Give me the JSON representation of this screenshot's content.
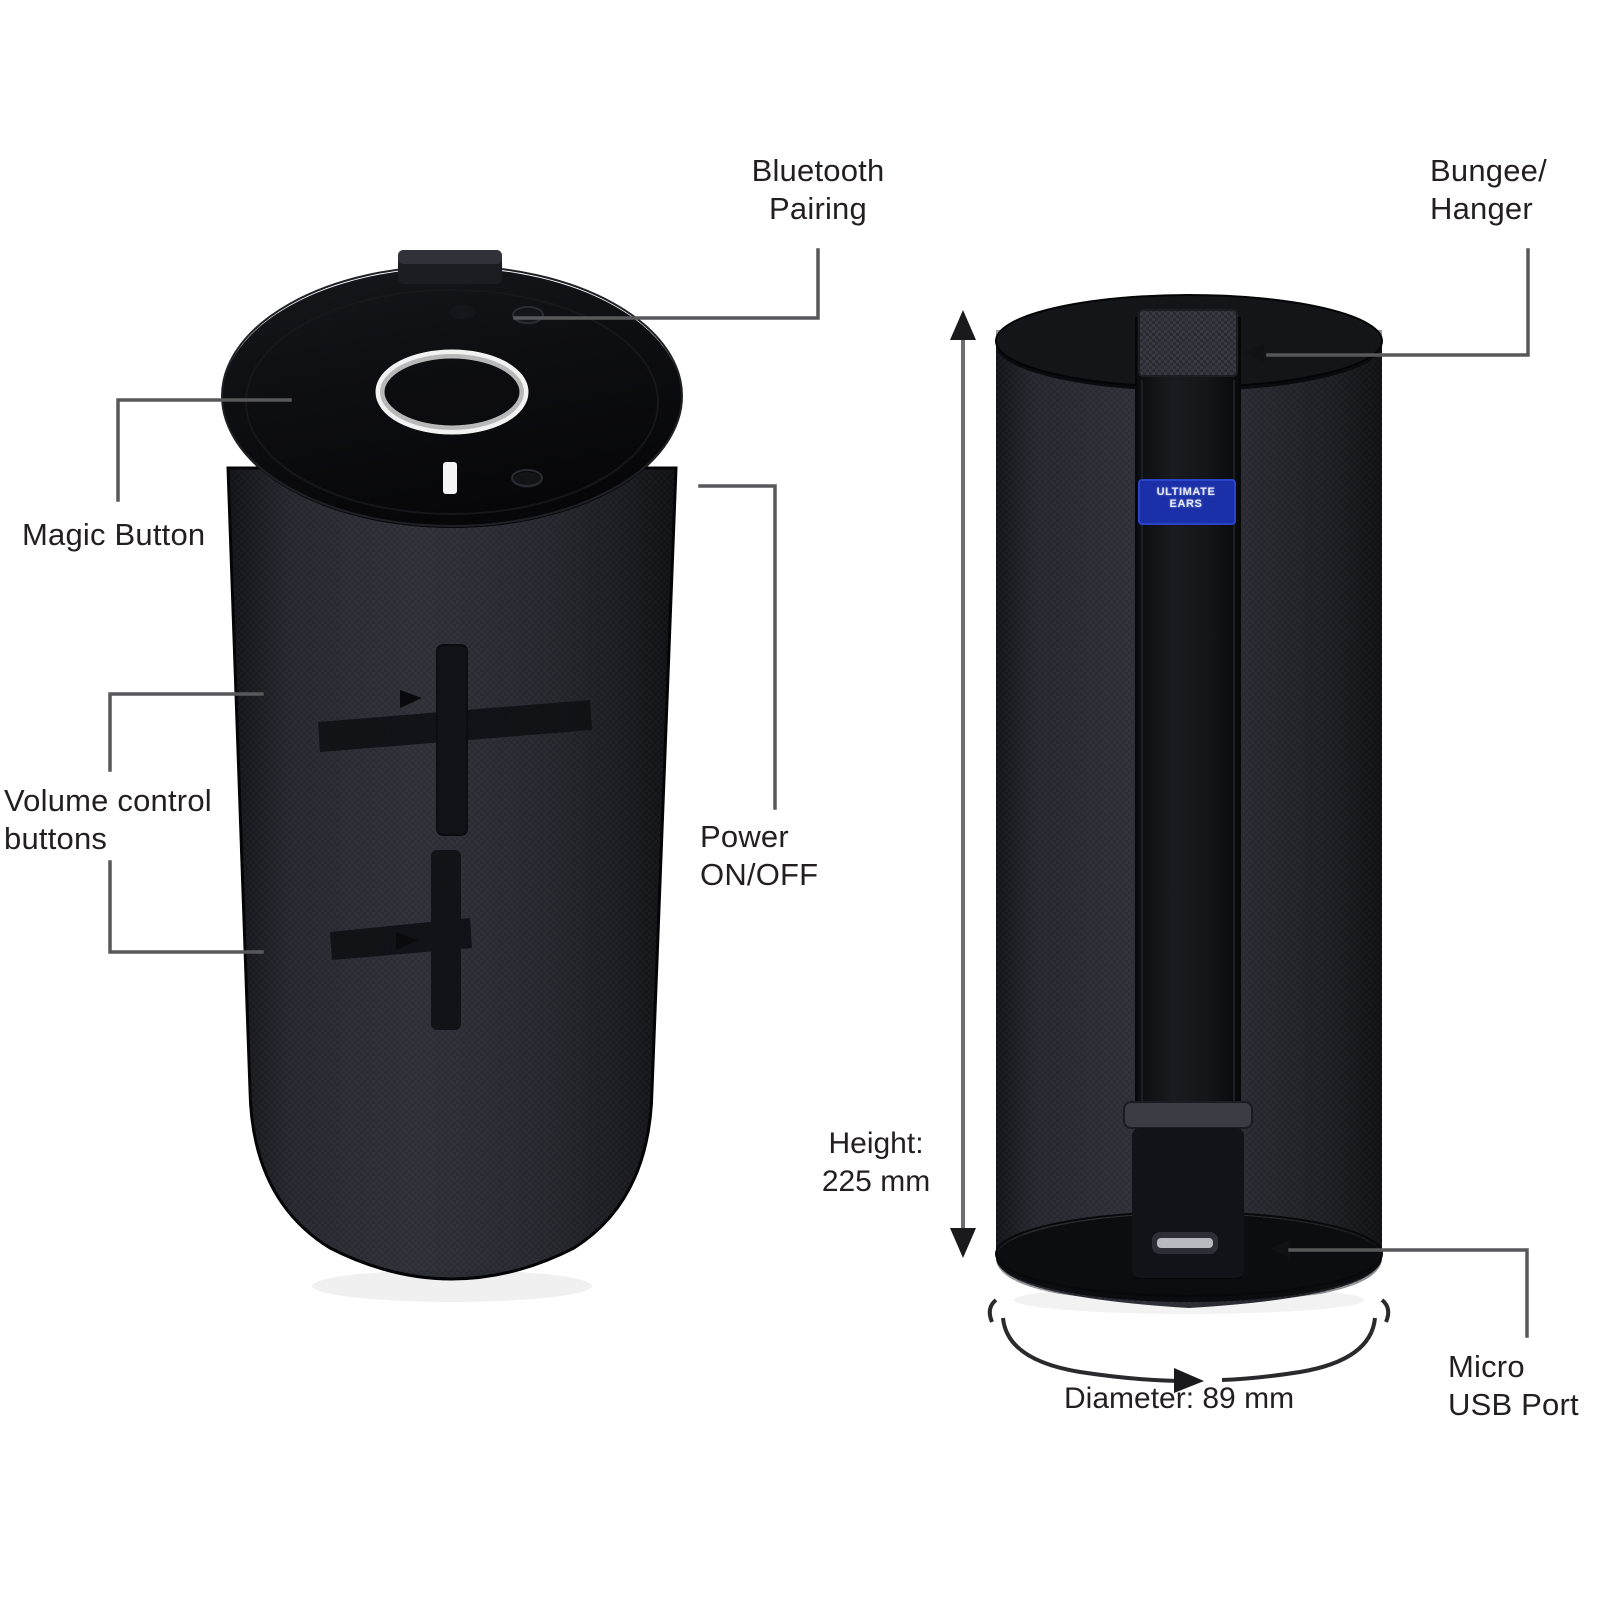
{
  "diagram": {
    "type": "product-annotation-diagram",
    "background_color": "#ffffff",
    "leader_line_color": "#58585b",
    "text_color": "#231f20",
    "product_body_color": "#24252b",
    "product_cap_color": "#0d0d10"
  },
  "callouts": {
    "bluetooth_pairing": "Bluetooth\nPairing",
    "magic_button": "Magic Button",
    "volume_controls": "Volume control\nbuttons",
    "power": "Power\nON/OFF",
    "bungee_hanger": "Bungee/\nHanger",
    "micro_usb": "Micro\nUSB Port"
  },
  "dimensions": {
    "height": "Height:\n225 mm",
    "height_value": "225 mm",
    "diameter": "Diameter: 89 mm",
    "diameter_value": "89 mm"
  },
  "brand_badge": {
    "text": "ULTIMATE\nEARS",
    "color": "#1b2fa8",
    "text_color": "#e8ecff"
  },
  "views": {
    "left": {
      "name": "front-top-angled-view",
      "controls": [
        "magic-button",
        "bluetooth-pairing-button",
        "power-button",
        "volume-up-button",
        "volume-down-button"
      ],
      "volume_up_glyph": "+",
      "volume_down_glyph": "−"
    },
    "right": {
      "name": "back-view",
      "features": [
        "bungee-hanger-strap",
        "brand-badge",
        "micro-usb-port"
      ]
    }
  }
}
